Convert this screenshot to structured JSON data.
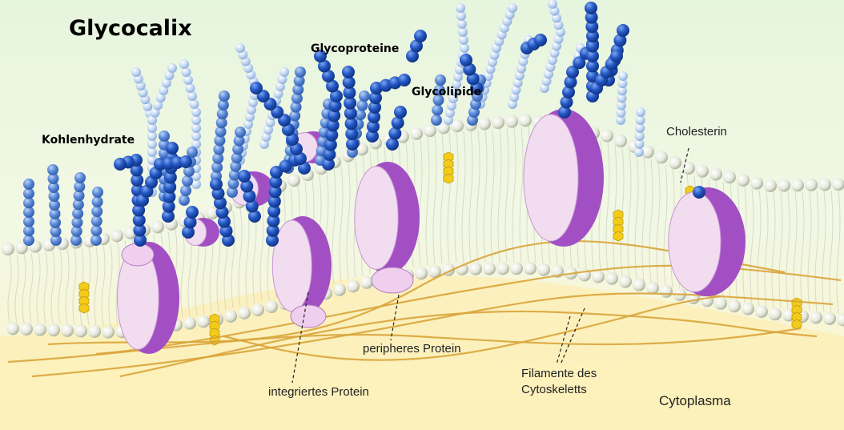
{
  "labels": {
    "glycocalix": "Glycocalix",
    "glycoproteine": "Glycoproteine",
    "glycolipide": "Glycolipide",
    "kohlenhydrate": "Kohlenhydrate",
    "cholesterin": "Cholesterin",
    "integriertes_protein": "integriertes Protein",
    "peripheres_protein": "peripheres Protein",
    "filamente_line1": "Filamente des",
    "filamente_line2": "Cytoskeletts",
    "cytoplasma": "Cytoplasma"
  },
  "colors": {
    "extracellular": "#e4f4dc",
    "cytoplasm": "#fdf3c4",
    "lipid_head": "#e9ece0",
    "protein_light": "#f2dcf0",
    "protein_dark": "#a24fc4",
    "carbohydrate_dark": "#1f4fb8",
    "carbohydrate_light": "#a8c6ec",
    "cholesterol": "#f2cc1c",
    "filament": "#d9a43a"
  }
}
